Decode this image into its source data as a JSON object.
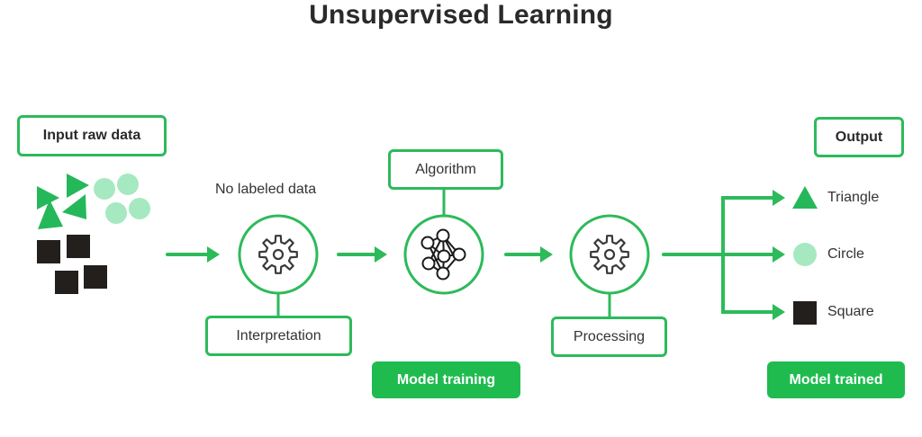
{
  "title": "Unsupervised Learning",
  "input": {
    "label": "Input raw data"
  },
  "stage1": {
    "top_label": "No labeled data",
    "icon": "gear-icon",
    "box_label": "Interpretation"
  },
  "stage2": {
    "box_label": "Algorithm",
    "icon": "neural-network-icon",
    "badge": "Model training"
  },
  "stage3": {
    "icon": "gear-icon",
    "box_label": "Processing"
  },
  "output": {
    "label": "Output",
    "items": [
      {
        "shape": "triangle",
        "label": "Triangle"
      },
      {
        "shape": "circle",
        "label": "Circle"
      },
      {
        "shape": "square",
        "label": "Square"
      }
    ],
    "badge": "Model trained"
  },
  "colors": {
    "accent": "#2dba5a",
    "badge": "#1fbb4f",
    "light_green": "#a6e9c0",
    "dark": "#231f1c",
    "text": "#2a2a2a"
  }
}
